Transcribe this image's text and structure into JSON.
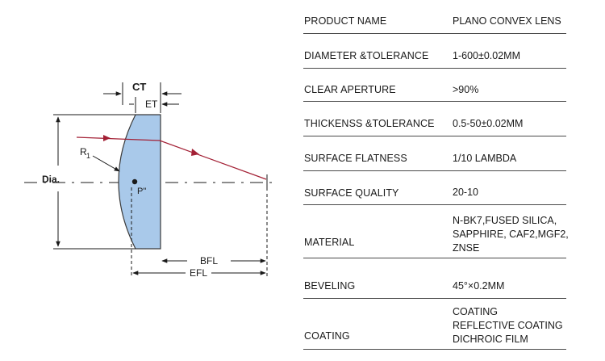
{
  "diagram": {
    "labels": {
      "ct": "CT",
      "et": "ET",
      "r1": "R",
      "r1_sub": "1",
      "dia": "Dia.",
      "p": "P\"",
      "bfl": "BFL",
      "efl": "EFL"
    },
    "colors": {
      "lens_fill": "#a9c9ea",
      "lens_stroke": "#3a3a3a",
      "ray": "#a32035",
      "line": "#1a1a1a"
    }
  },
  "specs": {
    "rows": [
      {
        "label": "PRODUCT NAME",
        "value": [
          "PLANO CONVEX LENS"
        ]
      },
      {
        "label": "DIAMETER &TOLERANCE",
        "value": [
          "1-600±0.02MM"
        ]
      },
      {
        "label": "CLEAR APERTURE",
        "value": [
          ">90%"
        ]
      },
      {
        "label": "THICKENSS &TOLERANCE",
        "value": [
          "0.5-50±0.02MM"
        ]
      },
      {
        "label": "SURFACE FLATNESS",
        "value": [
          "1/10 LAMBDA"
        ]
      },
      {
        "label": "SURFACE QUALITY",
        "value": [
          "20-10"
        ]
      },
      {
        "label": "MATERIAL",
        "value": [
          "N-BK7,FUSED SILICA,",
          "SAPPHIRE, CAF2,MGF2,",
          "ZNSE"
        ]
      },
      {
        "label": "BEVELING",
        "value": [
          "45°×0.2MM"
        ]
      },
      {
        "label": "COATING",
        "value": [
          "COATING",
          "REFLECTIVE COATING",
          "DICHROIC FILM"
        ]
      }
    ]
  }
}
